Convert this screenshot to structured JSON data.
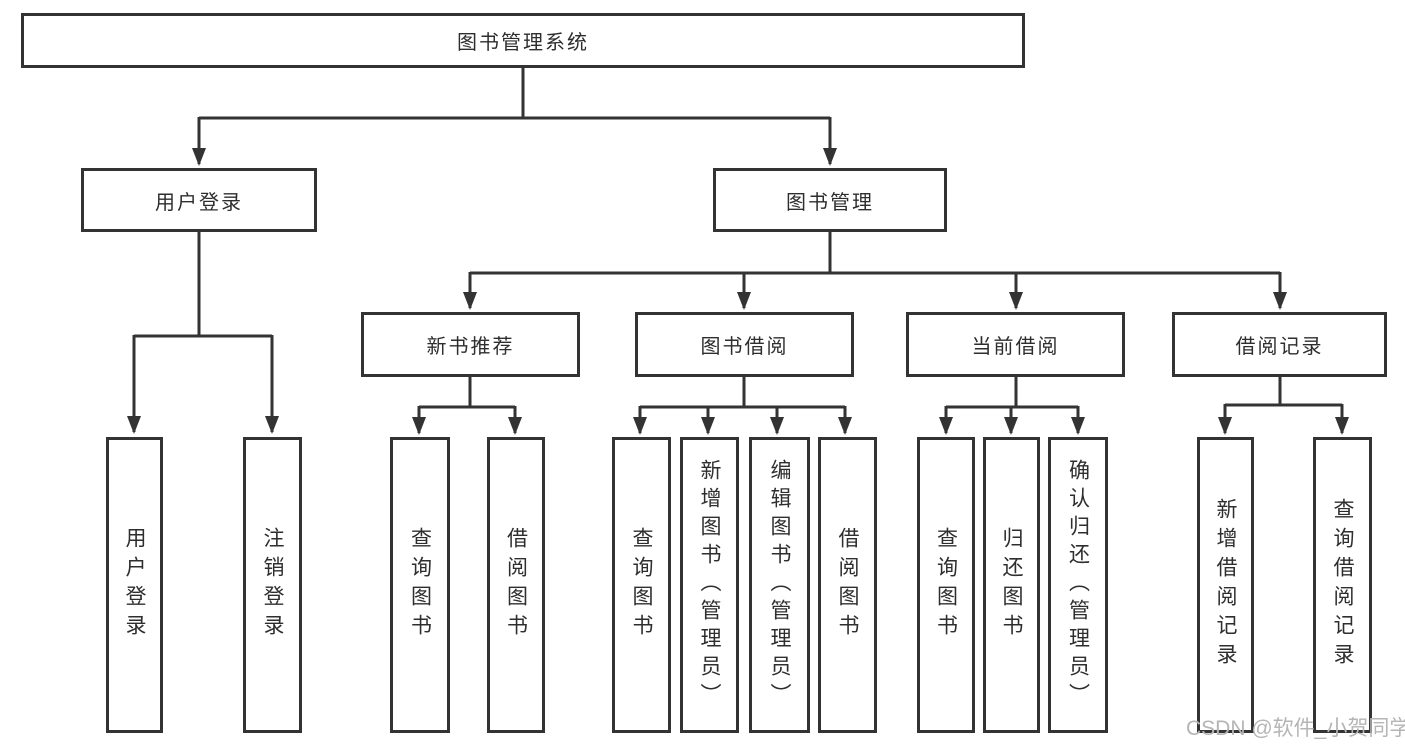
{
  "colors": {
    "line": "#333333",
    "box_border": "#333333",
    "text": "#2e2e2e",
    "background": "#ffffff",
    "watermark": "#b5b5b5"
  },
  "watermark": {
    "text": "CSDN @软件_小贺同学"
  },
  "tree": {
    "label": "图书管理系统",
    "children": [
      {
        "label": "用户登录",
        "children": [
          {
            "label": "用户登录"
          },
          {
            "label": "注销登录"
          }
        ]
      },
      {
        "label": "图书管理",
        "children": [
          {
            "label": "新书推荐",
            "children": [
              {
                "label": "查询图书"
              },
              {
                "label": "借阅图书"
              }
            ]
          },
          {
            "label": "图书借阅",
            "children": [
              {
                "label": "查询图书"
              },
              {
                "label": "新增图书（管理员）"
              },
              {
                "label": "编辑图书（管理员）"
              },
              {
                "label": "借阅图书"
              }
            ]
          },
          {
            "label": "当前借阅",
            "children": [
              {
                "label": "查询图书"
              },
              {
                "label": "归还图书"
              },
              {
                "label": "确认归还（管理员）"
              }
            ]
          },
          {
            "label": "借阅记录",
            "children": [
              {
                "label": "新增借阅记录"
              },
              {
                "label": "查询借阅记录"
              }
            ]
          }
        ]
      }
    ]
  }
}
